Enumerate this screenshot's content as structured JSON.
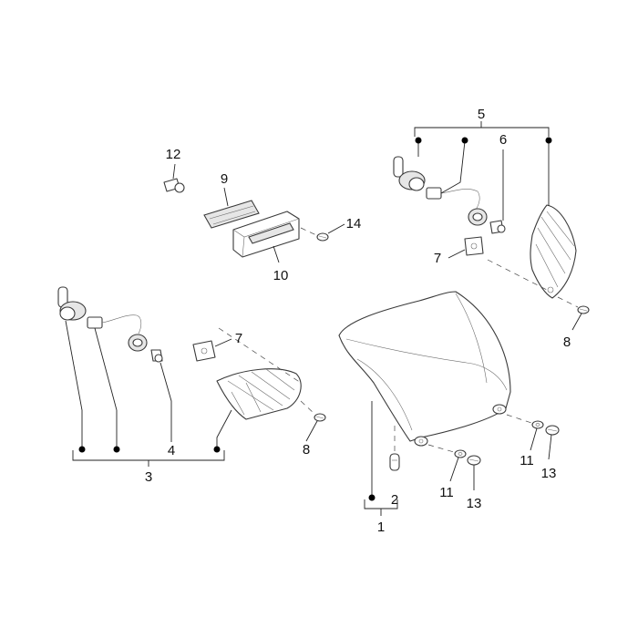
{
  "callouts": {
    "n1": "1",
    "n2": "2",
    "n3": "3",
    "n4": "4",
    "n5": "5",
    "n6": "6",
    "n7a": "7",
    "n7b": "7",
    "n8a": "8",
    "n8b": "8",
    "n9": "9",
    "n10": "10",
    "n11a": "11",
    "n11b": "11",
    "n12": "12",
    "n13a": "13",
    "n13b": "13",
    "n14": "14"
  }
}
